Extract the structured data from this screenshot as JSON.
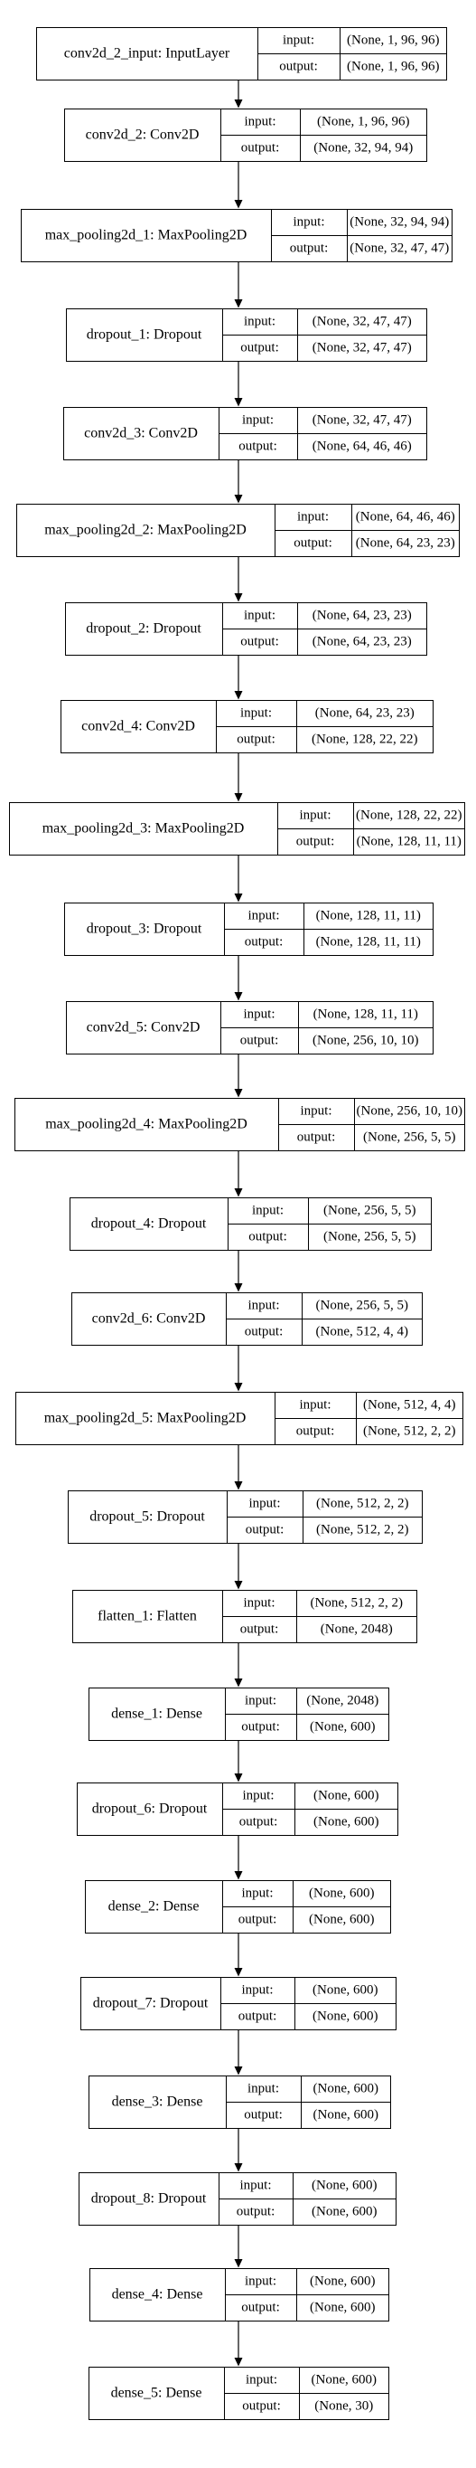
{
  "layers": [
    {
      "name": "conv2d_2_input: InputLayer",
      "input": "(None, 1, 96, 96)",
      "output": "(None, 1, 96, 96)"
    },
    {
      "name": "conv2d_2: Conv2D",
      "input": "(None, 1, 96, 96)",
      "output": "(None, 32, 94, 94)"
    },
    {
      "name": "max_pooling2d_1: MaxPooling2D",
      "input": "(None, 32, 94, 94)",
      "output": "(None, 32, 47, 47)"
    },
    {
      "name": "dropout_1: Dropout",
      "input": "(None, 32, 47, 47)",
      "output": "(None, 32, 47, 47)"
    },
    {
      "name": "conv2d_3: Conv2D",
      "input": "(None, 32, 47, 47)",
      "output": "(None, 64, 46, 46)"
    },
    {
      "name": "max_pooling2d_2: MaxPooling2D",
      "input": "(None, 64, 46, 46)",
      "output": "(None, 64, 23, 23)"
    },
    {
      "name": "dropout_2: Dropout",
      "input": "(None, 64, 23, 23)",
      "output": "(None, 64, 23, 23)"
    },
    {
      "name": "conv2d_4: Conv2D",
      "input": "(None, 64, 23, 23)",
      "output": "(None, 128, 22, 22)"
    },
    {
      "name": "max_pooling2d_3: MaxPooling2D",
      "input": "(None, 128, 22, 22)",
      "output": "(None, 128, 11, 11)"
    },
    {
      "name": "dropout_3: Dropout",
      "input": "(None, 128, 11, 11)",
      "output": "(None, 128, 11, 11)"
    },
    {
      "name": "conv2d_5: Conv2D",
      "input": "(None, 128, 11, 11)",
      "output": "(None, 256, 10, 10)"
    },
    {
      "name": "max_pooling2d_4: MaxPooling2D",
      "input": "(None, 256, 10, 10)",
      "output": "(None, 256, 5, 5)"
    },
    {
      "name": "dropout_4: Dropout",
      "input": "(None, 256, 5, 5)",
      "output": "(None, 256, 5, 5)"
    },
    {
      "name": "conv2d_6: Conv2D",
      "input": "(None, 256, 5, 5)",
      "output": "(None, 512, 4, 4)"
    },
    {
      "name": "max_pooling2d_5: MaxPooling2D",
      "input": "(None, 512, 4, 4)",
      "output": "(None, 512, 2, 2)"
    },
    {
      "name": "dropout_5: Dropout",
      "input": "(None, 512, 2, 2)",
      "output": "(None, 512, 2, 2)"
    },
    {
      "name": "flatten_1: Flatten",
      "input": "(None, 512, 2, 2)",
      "output": "(None, 2048)"
    },
    {
      "name": "dense_1: Dense",
      "input": "(None, 2048)",
      "output": "(None, 600)"
    },
    {
      "name": "dropout_6: Dropout",
      "input": "(None, 600)",
      "output": "(None, 600)"
    },
    {
      "name": "dense_2: Dense",
      "input": "(None, 600)",
      "output": "(None, 600)"
    },
    {
      "name": "dropout_7: Dropout",
      "input": "(None, 600)",
      "output": "(None, 600)"
    },
    {
      "name": "dense_3: Dense",
      "input": "(None, 600)",
      "output": "(None, 600)"
    },
    {
      "name": "dropout_8: Dropout",
      "input": "(None, 600)",
      "output": "(None, 600)"
    },
    {
      "name": "dense_4: Dense",
      "input": "(None, 600)",
      "output": "(None, 600)"
    },
    {
      "name": "dense_5: Dense",
      "input": "(None, 600)",
      "output": "(None, 30)"
    }
  ],
  "labels": {
    "input": "input:",
    "output": "output:"
  },
  "colors": {
    "stroke": "#000000",
    "background": "#ffffff"
  }
}
